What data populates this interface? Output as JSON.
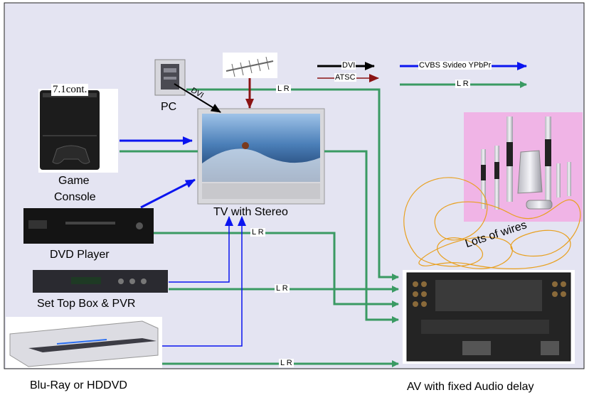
{
  "devices": {
    "game_console": {
      "label_line1": "Game",
      "label_line2": "Console",
      "caption": "7.1cont."
    },
    "pc": {
      "label": "PC"
    },
    "tv": {
      "label": "TV with Stereo"
    },
    "dvd": {
      "label": "DVD Player"
    },
    "stb": {
      "label": "Set Top Box & PVR"
    },
    "bluray": {
      "label": "Blu-Ray or HDDVD"
    },
    "av": {
      "label": "AV with fixed Audio delay"
    }
  },
  "connections": {
    "dvi_on_pc": "DVI",
    "lr": "L R"
  },
  "legend": {
    "dvi": "DVI",
    "atsc": "ATSC",
    "video": "CVBS Svideo YPbPr",
    "lr": "L R"
  },
  "annotation": {
    "wires": "Lots of wires"
  },
  "colors": {
    "background": "#e4e4f2",
    "green": "#3a9a63",
    "blue": "#0a14f0",
    "darkred": "#8b1414",
    "black": "#000000",
    "wire": "#e8a020"
  }
}
